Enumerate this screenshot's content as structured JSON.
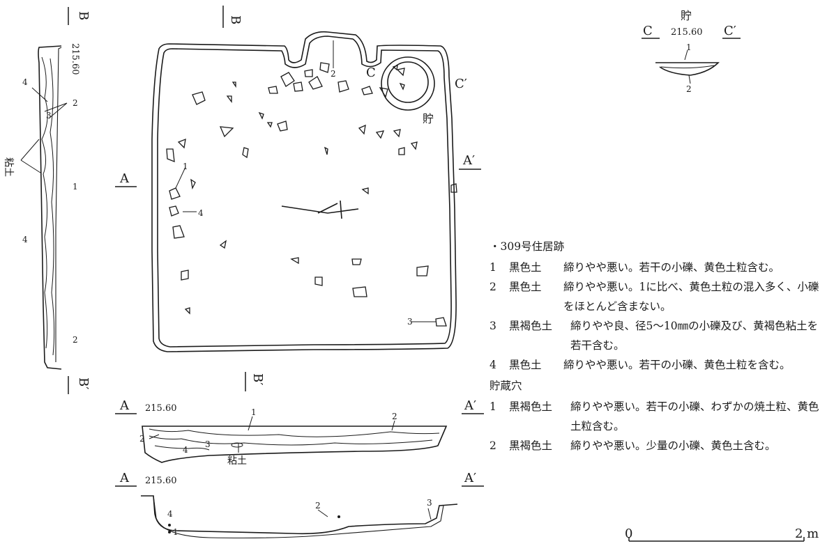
{
  "section_labels": {
    "a": "A",
    "a_prime": "A′",
    "b": "B",
    "b_prime": "B′",
    "c": "C",
    "c_prime": "C′",
    "elev": "215.60"
  },
  "plan_labels": {
    "storage": "貯",
    "n1": "1",
    "n2": "2",
    "n3": "3",
    "n4": "4",
    "clay": "粘土"
  },
  "scale": {
    "zero": "0",
    "two": "2 m"
  },
  "legend": {
    "title": "・309号住居跡",
    "items": [
      {
        "no": "1",
        "soil": "黒色土",
        "desc": "締りやや悪い。若干の小礫、黄色土粒含む。"
      },
      {
        "no": "2",
        "soil": "黒色土",
        "desc": "締りやや悪い。1に比べ、黄色土粒の混入多く、小礫をほとんど含まない。"
      },
      {
        "no": "3",
        "soil": "黒褐色土",
        "desc": "締りやや良、径5～10㎜の小礫及び、黄褐色粘土を若干含む。"
      },
      {
        "no": "4",
        "soil": "黒色土",
        "desc": "締りやや悪い。若干の小礫、黄色土粒を含む。"
      }
    ],
    "storage_title": "貯蔵穴",
    "storage_items": [
      {
        "no": "1",
        "soil": "黒褐色土",
        "desc": "締りやや悪い。若干の小礫、わずかの焼土粒、黄色土粒含む。"
      },
      {
        "no": "2",
        "soil": "黒褐色土",
        "desc": "締りやや悪い。少量の小礫、黄色土含む。"
      }
    ]
  }
}
